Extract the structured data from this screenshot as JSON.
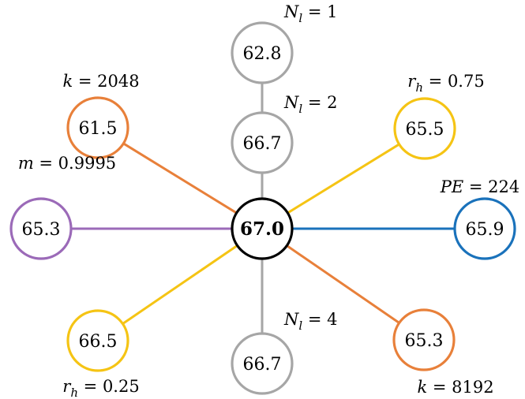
{
  "colors": {
    "gray": "#a6a6a6",
    "orange": "#e8803a",
    "yellow": "#f5c414",
    "purple": "#9b6ab8",
    "blue": "#1a72bb",
    "center": "#000000"
  },
  "center": {
    "value": "67.0"
  },
  "nodes": [
    {
      "id": "nl1",
      "value": "62.8",
      "color": "gray",
      "label": {
        "var": "N",
        "sub": "l",
        "rest": " = 1"
      }
    },
    {
      "id": "nl2",
      "value": "66.7",
      "color": "gray",
      "label": {
        "var": "N",
        "sub": "l",
        "rest": " = 2"
      }
    },
    {
      "id": "nl4",
      "value": "66.7",
      "color": "gray",
      "label": {
        "var": "N",
        "sub": "l",
        "rest": " = 4"
      }
    },
    {
      "id": "k2048",
      "value": "61.5",
      "color": "orange",
      "label": {
        "var": "k",
        "sub": "",
        "rest": " = 2048"
      }
    },
    {
      "id": "k8192",
      "value": "65.3",
      "color": "orange",
      "label": {
        "var": "k",
        "sub": "",
        "rest": " = 8192"
      }
    },
    {
      "id": "rh075",
      "value": "65.5",
      "color": "yellow",
      "label": {
        "var": "r",
        "sub": "h",
        "rest": " = 0.75"
      }
    },
    {
      "id": "rh025",
      "value": "66.5",
      "color": "yellow",
      "label": {
        "var": "r",
        "sub": "h",
        "rest": " = 0.25"
      }
    },
    {
      "id": "m09995",
      "value": "65.3",
      "color": "purple",
      "label": {
        "var": "m",
        "sub": "",
        "rest": " = 0.9995"
      }
    },
    {
      "id": "pe224",
      "value": "65.9",
      "color": "blue",
      "label": {
        "var": "PE",
        "sub": "",
        "rest": " = 224"
      }
    }
  ]
}
